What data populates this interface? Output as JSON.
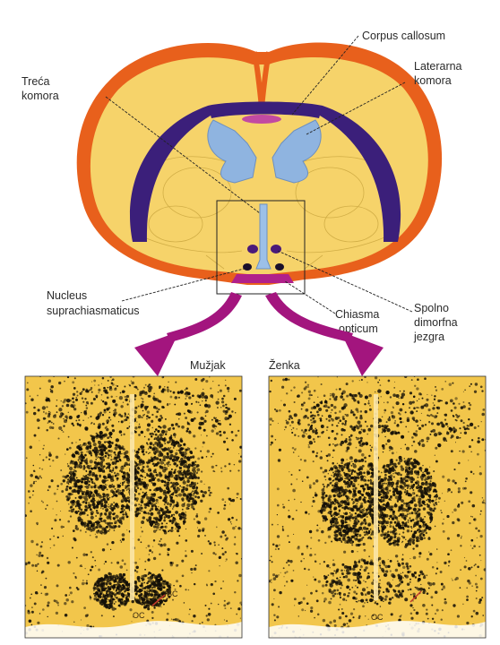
{
  "labels": {
    "corpus_callosum": "Corpus callosum",
    "lateral_ventricle_line1": "Laterarna",
    "lateral_ventricle_line2": "komora",
    "third_ventricle_line1": "Treća",
    "third_ventricle_line2": "komora",
    "scn_line1": "Nucleus",
    "scn_line2": "suprachiasmaticus",
    "optic_chiasm_line1": "Chiasma",
    "optic_chiasm_line2": "opticum",
    "sdn_line1": "Spolno",
    "sdn_line2": "dimorfna",
    "sdn_line3": "jezgra",
    "male": "Mužjak",
    "female": "Ženka",
    "sc_left": "SC",
    "oc_left": "OC",
    "oc_right": "OC"
  },
  "colors": {
    "cortex_outer": "#e8601c",
    "brain_fill": "#f6d36a",
    "ventricle_purple": "#3b1f7a",
    "ventricle_blue": "#8fb4e0",
    "nucleus_magenta": "#b0208a",
    "arrow_magenta": "#a3157e",
    "micro_bg": "#f2c64b",
    "stain": "#141008"
  },
  "icons": {
    "arrow_left": "curved-arrow-down-left-icon",
    "arrow_right": "curved-arrow-down-right-icon"
  }
}
